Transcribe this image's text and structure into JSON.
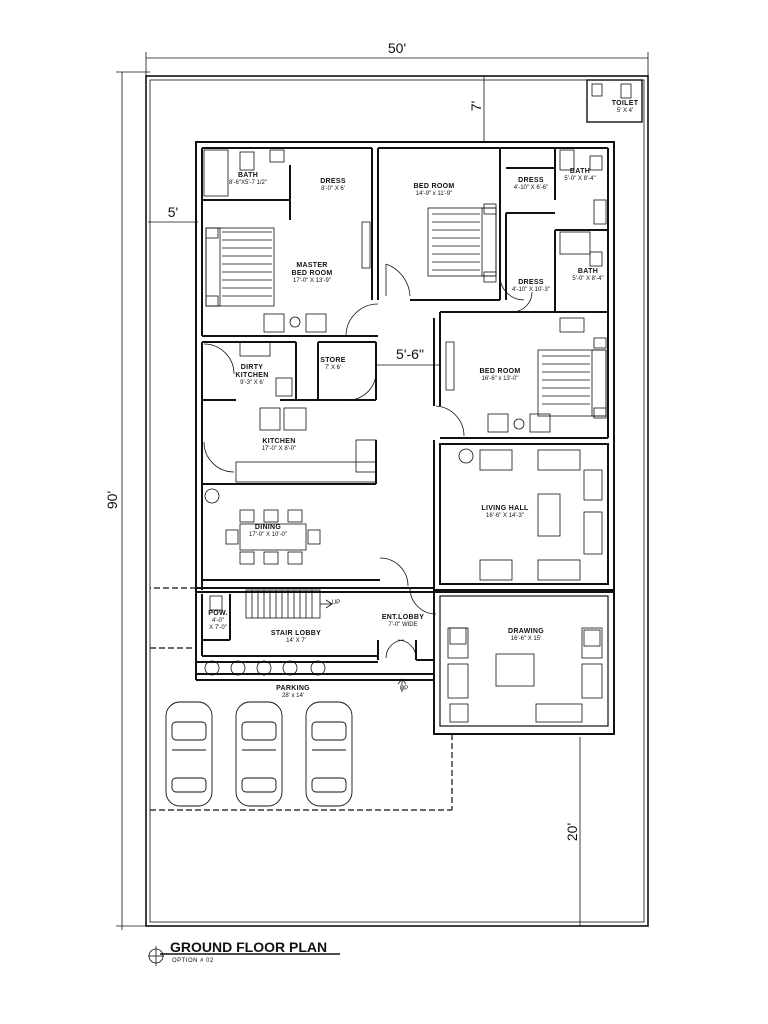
{
  "title": "GROUND FLOOR PLAN",
  "subtitle": "OPTION # 02",
  "dimensions": {
    "plot_width": "50'",
    "plot_depth": "90'",
    "front_setback": "20'",
    "side_setback": "5'",
    "rear_setback": "7'",
    "passage_width": "5'-6\""
  },
  "rooms": {
    "toilet": {
      "name": "TOILET",
      "size": "5' X 4'"
    },
    "bath_master": {
      "name": "BATH",
      "size": "8'-6\"X5'-7 1/2\""
    },
    "dress_master": {
      "name": "DRESS",
      "size": "8'-0\" X 6'"
    },
    "master_bedroom": {
      "name": "MASTER",
      "name2": "BED ROOM",
      "size": "17'-0\" X 13'-9\""
    },
    "bedroom1": {
      "name": "BED ROOM",
      "size": "14'-9\" x 11'-9\""
    },
    "dress2": {
      "name": "DRESS",
      "size": "4'-10\" X 6'-6\""
    },
    "bath2": {
      "name": "BATH",
      "size": "5'-0\" X 8'-4\""
    },
    "dress3": {
      "name": "DRESS",
      "size": "4'-10\" X 10'-3\""
    },
    "bath3": {
      "name": "BATH",
      "size": "5'-0\" X 8'-4\""
    },
    "dirty_kitchen": {
      "name": "DIRTY",
      "name2": "KITCHEN",
      "size": "9'-3\" X 6'"
    },
    "store": {
      "name": "STORE",
      "size": "7' X 6'"
    },
    "bedroom2": {
      "name": "BED ROOM",
      "size": "16'-6\" x 13'-0\""
    },
    "kitchen": {
      "name": "KITCHEN",
      "size": "17'-0\" X 8'-0\""
    },
    "dining": {
      "name": "DINING",
      "size": "17'-0\" X 10'-0\""
    },
    "living_hall": {
      "name": "LIVING HALL",
      "size": "16'-6\" X 14'-3\""
    },
    "pow": {
      "name": "POW.",
      "size": "4'-0\"",
      "size2": "X 7'-0\""
    },
    "stair_lobby": {
      "name": "STAIR LOBBY",
      "size": "14' X 7'"
    },
    "ent_lobby": {
      "name": "ENT.LOBBY",
      "size": "7'-0\" WIDE"
    },
    "drawing": {
      "name": "DRAWING",
      "size": "16'-6\" X 15'"
    },
    "parking": {
      "name": "PARKING",
      "size": "28' x 14'"
    }
  },
  "annotations": {
    "up_stair": "UP",
    "up_entry": "UP"
  }
}
